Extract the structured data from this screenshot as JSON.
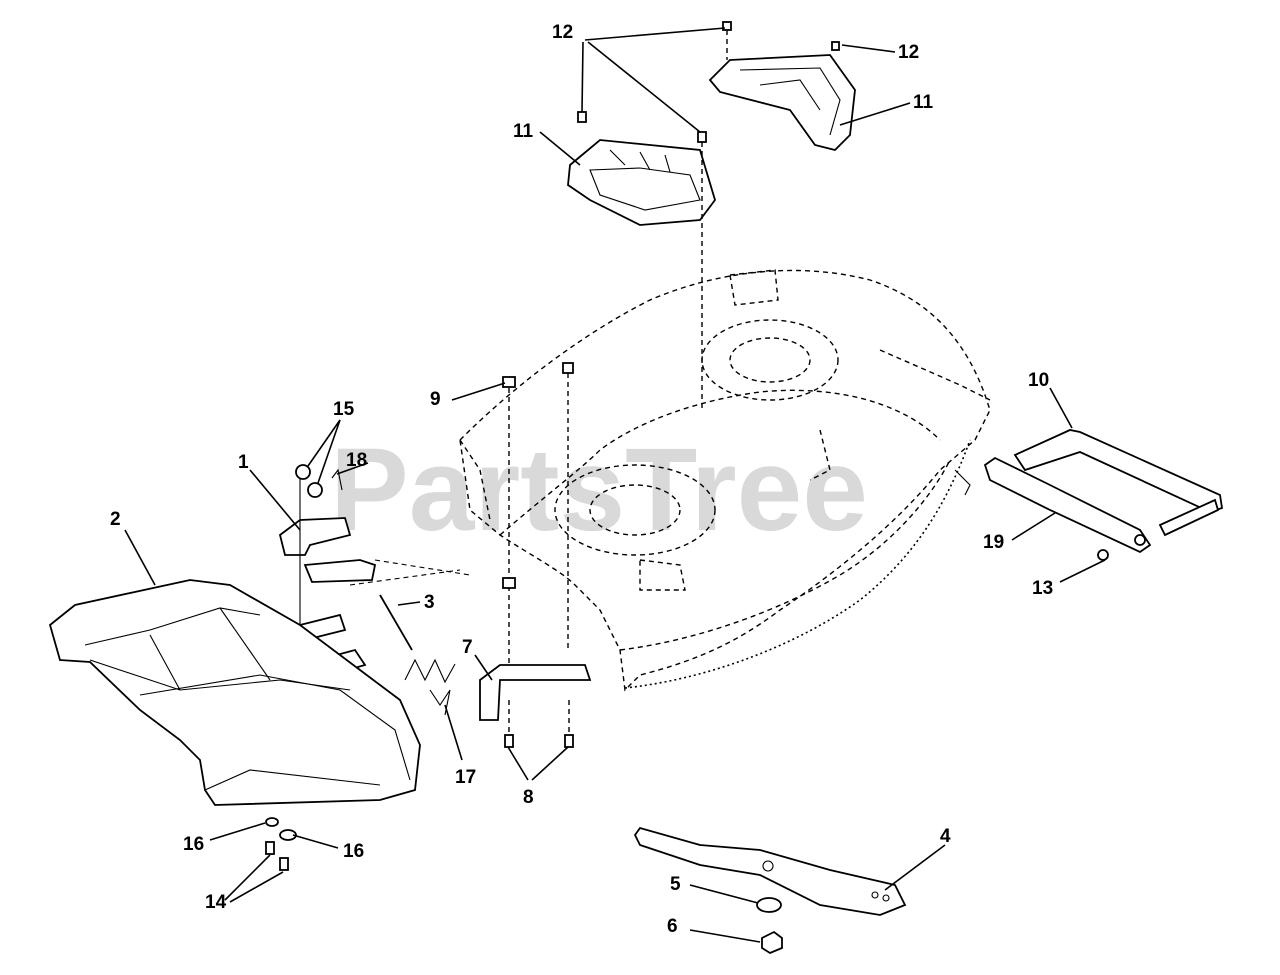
{
  "watermark": "PartsTree",
  "callouts": {
    "c1": "1",
    "c2": "2",
    "c3": "3",
    "c4": "4",
    "c5": "5",
    "c6": "6",
    "c7": "7",
    "c8": "8",
    "c9": "9",
    "c10": "10",
    "c11a": "11",
    "c11b": "11",
    "c12a": "12",
    "c12b": "12",
    "c13": "13",
    "c14": "14",
    "c15": "15",
    "c16a": "16",
    "c16b": "16",
    "c17": "17",
    "c18": "18",
    "c19": "19"
  }
}
